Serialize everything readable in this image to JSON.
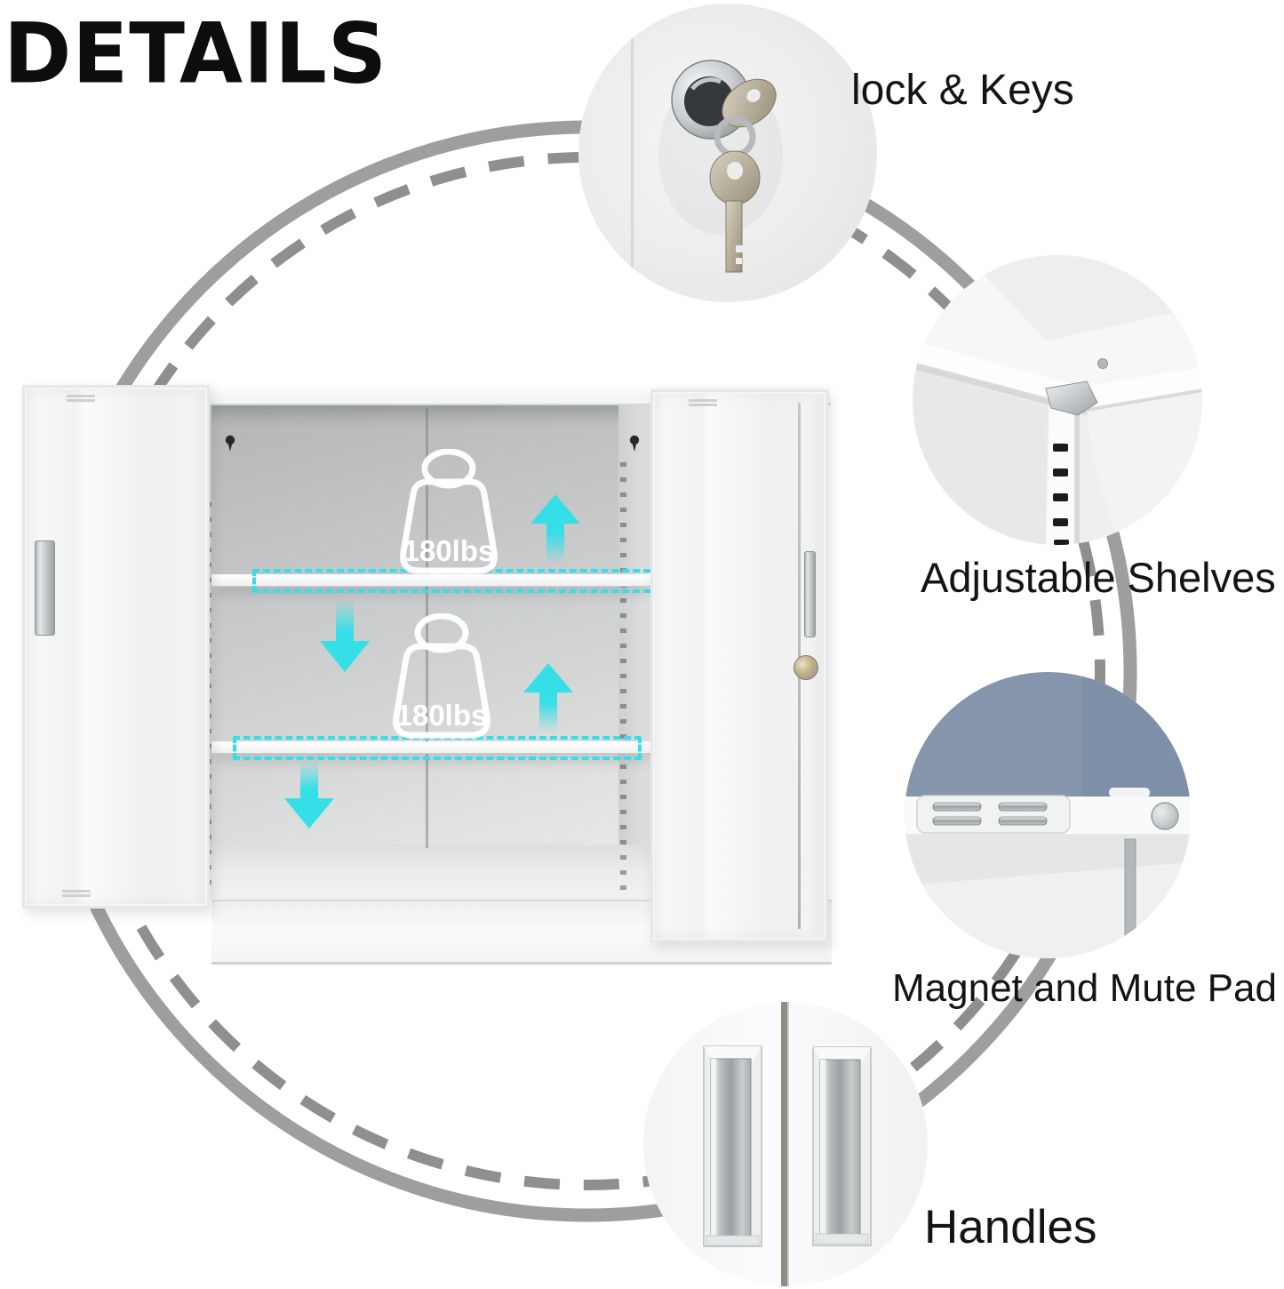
{
  "title": "DETAILS",
  "colors": {
    "accent-cyan": "#35dfe8",
    "arc-gray": "#9e9e9e",
    "arc-gray-dashed": "#8f8f8f",
    "label-ink": "#141414",
    "photo-slate": "#8495ac"
  },
  "callouts": {
    "lock": {
      "label": "lock & Keys"
    },
    "shelves": {
      "label": "Adjustable Shelves"
    },
    "magnet": {
      "label": "Magnet and Mute Pad"
    },
    "handles": {
      "label": "Handles"
    }
  },
  "cabinet": {
    "shelf_capacities": [
      "180lbs",
      "180lbs"
    ]
  }
}
